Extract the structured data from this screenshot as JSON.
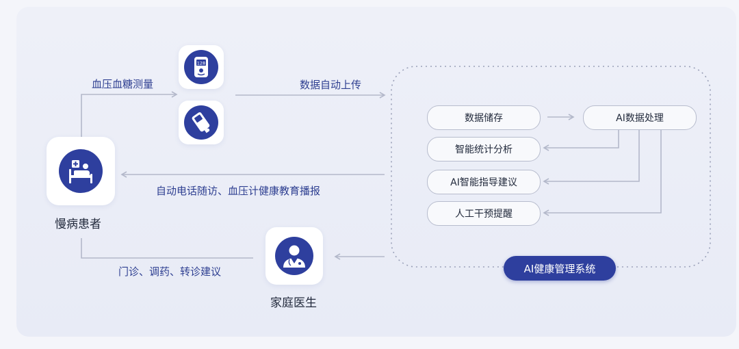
{
  "nodes": {
    "patient": "慢病患者",
    "doctor": "家庭医生",
    "system": "AI健康管理系统"
  },
  "flows": {
    "measure": "血压血糖测量",
    "upload": "数据自动上传",
    "followup": "自动电话随访、血压计健康教育播报",
    "advice": "门诊、调药、转诊建议"
  },
  "system_items": {
    "storage": "数据储存",
    "ai_processing": "AI数据处理",
    "statistics": "智能统计分析",
    "guidance": "AI智能指导建议",
    "reminder": "人工干预提醒"
  },
  "icons": {
    "patient": "hospital-bed-icon",
    "bp_monitor": "blood-pressure-monitor-icon",
    "glucose_meter": "glucose-meter-icon",
    "doctor": "doctor-icon"
  },
  "device_readout": "128",
  "colors": {
    "accent": "#2e3f9e",
    "line": "#b3b8ca",
    "flow_text": "#2e3f91"
  }
}
